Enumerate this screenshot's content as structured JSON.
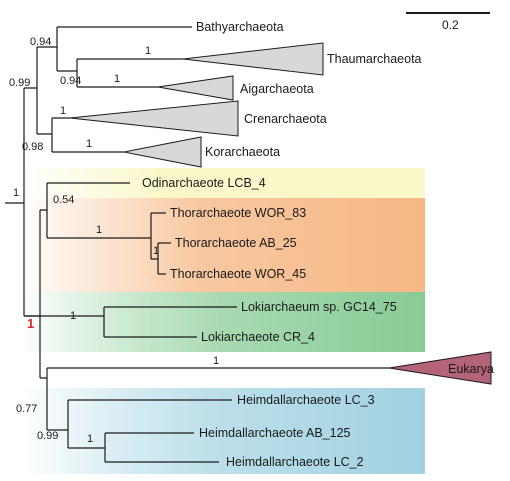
{
  "scale_bar_label": "0.2",
  "colors": {
    "band_odin": "#faf7c9",
    "band_thor": "#f8c49a",
    "band_loki": "#90cf9e",
    "band_heim": "#a9d5e3",
    "clade_gray": "#d8d8d8",
    "clade_eukarya": "#b36478",
    "support_red": "#d9262a"
  },
  "taxa": {
    "bathyarchaeota": "Bathyarchaeota",
    "thaumarchaeota": "Thaumarchaeota",
    "aigarchaeota": "Aigarchaeota",
    "crenarchaeota": "Crenarchaeota",
    "korarchaeota": "Korarchaeota",
    "odinarchaeote": "Odinarchaeote LCB_4",
    "thor_wor83": "Thorarchaeote WOR_83",
    "thor_ab25": "Thorarchaeote AB_25",
    "thor_wor45": "Thorarchaeote WOR_45",
    "lokiarchaeum": "Lokiarchaeum sp. GC14_75",
    "loki_cr4": "Lokiarchaeote CR_4",
    "eukarya": "Eukarya",
    "heim_lc3": "Heimdallarchaeote LC_3",
    "heim_ab125": "Heimdallarchaeote AB_125",
    "heim_lc2": "Heimdallarchaeote LC_2"
  },
  "support": {
    "root": "1",
    "tack": "0.99",
    "bathy_node": "0.94",
    "thaum_aig_node": "0.94",
    "thaum_aig_branch": "1",
    "thaum_bathy_branch": "1",
    "cren_kor": "0.98",
    "cren_branch": "1",
    "kor_branch": "1",
    "asgard": "1",
    "odin_thor": "0.54",
    "thor_clade": "1",
    "thor_inner": "1",
    "loki_clade": "1",
    "heim_euk": "0.77",
    "euk_branch": "1",
    "heim_clade": "0.99",
    "heim_inner": "1"
  }
}
